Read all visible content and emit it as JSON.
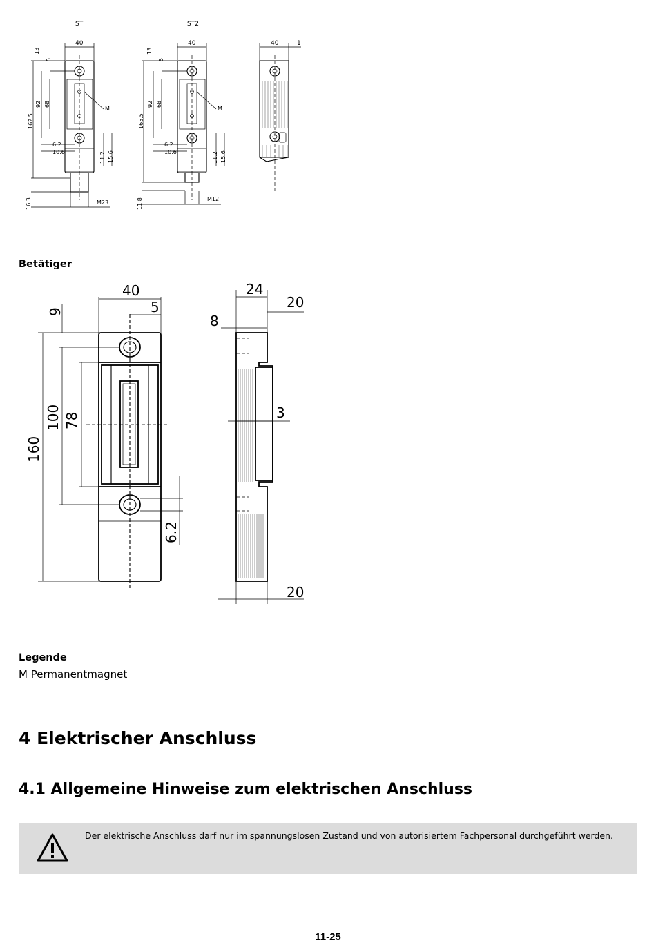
{
  "top_drawings": {
    "st": {
      "title": "ST",
      "dims": {
        "width": "40",
        "top_small": "5",
        "top_h": "13",
        "h_92": "92",
        "h_68": "68",
        "total": "162.5",
        "hole_a": "6.2",
        "hole_b": "10.6",
        "side_a": "11.2",
        "side_b": "15.6",
        "bottom": "16.3",
        "thread": "M23"
      },
      "magnet_label": "M"
    },
    "st2": {
      "title": "ST2",
      "dims": {
        "width": "40",
        "top_small": "5",
        "top_h": "13",
        "h_92": "92",
        "h_68": "68",
        "total": "165.5",
        "hole_a": "6.2",
        "hole_b": "10.6",
        "side_a": "11.2",
        "side_b": "15.6",
        "bottom": "11.8",
        "thread": "M12"
      },
      "magnet_label": "M"
    },
    "side": {
      "dims": {
        "width": "40",
        "gap": "1"
      }
    }
  },
  "actuator": {
    "label": "Betätiger",
    "front_dims": {
      "width": "40",
      "small": "5",
      "top": "9",
      "total": "160",
      "mid": "100",
      "inner": "78",
      "hole": "6.2"
    },
    "side_dims": {
      "width": "24",
      "top_right": "20",
      "top_left": "8",
      "gap": "3",
      "bottom_right": "20"
    }
  },
  "legend": {
    "title": "Legende",
    "items": [
      "M Permanentmagnet"
    ]
  },
  "section4": {
    "title": "4 Elektrischer Anschluss"
  },
  "section41": {
    "title": "4.1 Allgemeine Hinweise zum elektrischen Anschluss"
  },
  "warning": {
    "icon": "warning-triangle-icon",
    "text": "Der elektrische Anschluss darf nur im spannungslosen Zustand und von autorisiertem Fachpersonal durchgeführt werden."
  },
  "footer": {
    "page_number": "11-25"
  }
}
